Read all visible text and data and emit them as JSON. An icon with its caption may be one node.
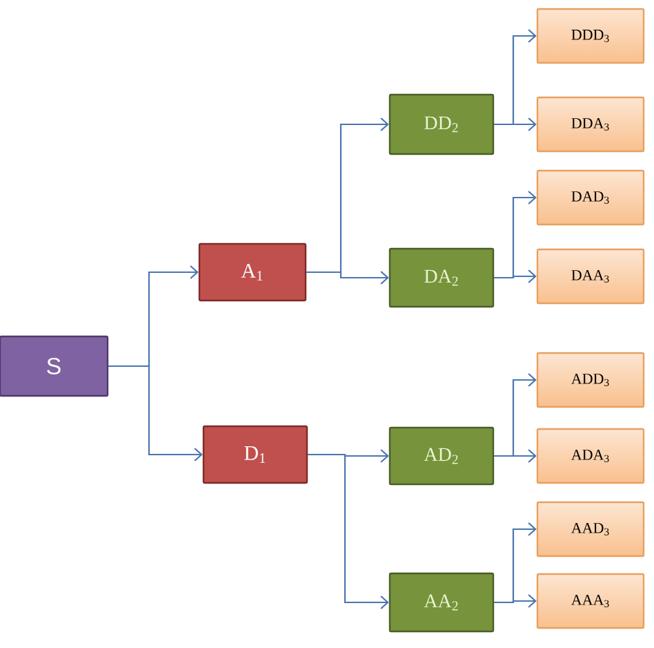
{
  "diagram": {
    "nodes": [
      {
        "text": [
          "S"
        ]
      },
      {
        "text": [
          "A$_{1}$"
        ]
      },
      {
        "text": [
          "D$_{1}$"
        ]
      },
      {
        "text": [
          "DD$_{2}$"
        ]
      },
      {
        "text": [
          "DA$_{2}$"
        ]
      },
      {
        "text": [
          "AD$_{2}$"
        ]
      },
      {
        "text": [
          "AA$_{2}$"
        ]
      },
      {
        "text": [
          "DDD$_{3}$"
        ]
      },
      {
        "text": [
          "DDA$_{3}$"
        ]
      },
      {
        "text": [
          "DAD$_{3}$"
        ]
      },
      {
        "text": [
          "DAA$_{3}$"
        ]
      },
      {
        "text": [
          "ADD$_{3}$"
        ]
      },
      {
        "text": [
          "ADA$_{3}$"
        ]
      },
      {
        "text": [
          "AAD$_{3}$"
        ]
      },
      {
        "text": [
          "AAA$_{3}$"
        ]
      }
    ],
    "edges": [
      {
        "from": 0,
        "to": 1,
        "arrow": "to"
      },
      {
        "from": 0,
        "to": 2,
        "arrow": "to"
      },
      {
        "from": 1,
        "to": 3,
        "arrow": "to"
      },
      {
        "from": 1,
        "to": 4,
        "arrow": "to"
      },
      {
        "from": 2,
        "to": 5,
        "arrow": "to"
      },
      {
        "from": 2,
        "to": 6,
        "arrow": "to"
      },
      {
        "from": 3,
        "to": 7,
        "arrow": "to"
      },
      {
        "from": 3,
        "to": 8,
        "arrow": "to"
      },
      {
        "from": 4,
        "to": 9,
        "arrow": "to"
      },
      {
        "from": 4,
        "to": 10,
        "arrow": "to"
      },
      {
        "from": 5,
        "to": 11,
        "arrow": "to"
      },
      {
        "from": 5,
        "to": 12,
        "arrow": "to"
      },
      {
        "from": 6,
        "to": 13,
        "arrow": "to"
      },
      {
        "from": 6,
        "to": 14,
        "arrow": "to"
      }
    ]
  }
}
